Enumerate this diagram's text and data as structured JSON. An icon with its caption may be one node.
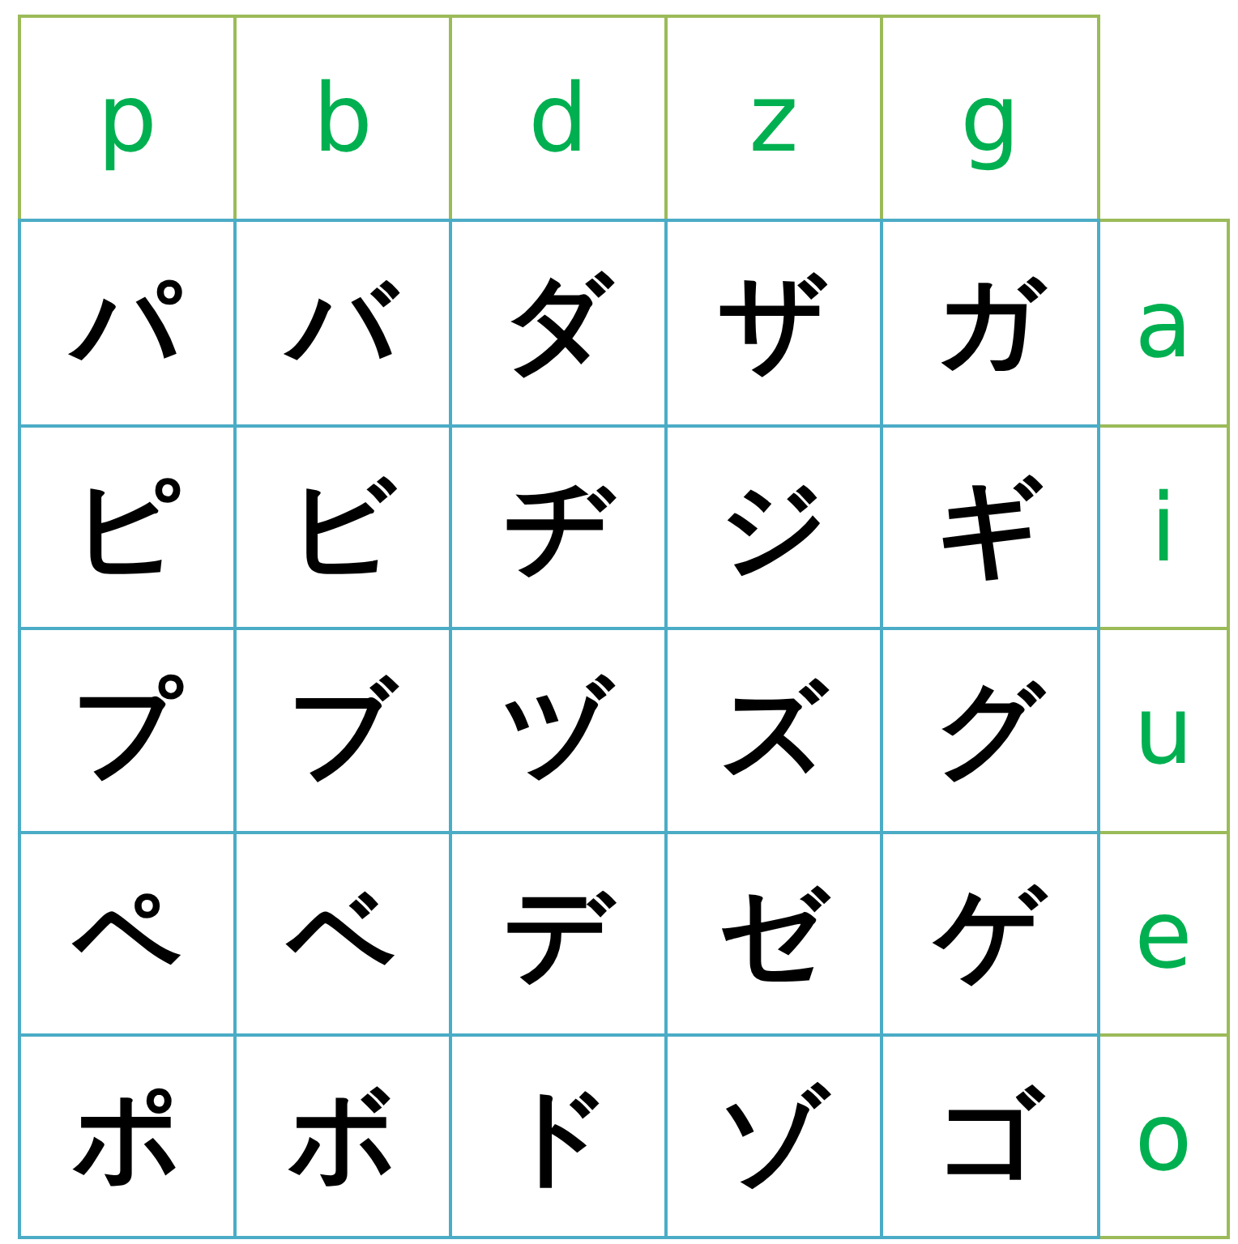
{
  "diagram": {
    "labels": [
      "p",
      "b",
      "d",
      "z",
      "g",
      "パ",
      "バ",
      "ダ",
      "ザ",
      "ガ",
      "a",
      "ピ",
      "ビ",
      "ヂ",
      "ジ",
      "ギ",
      "i",
      "プ",
      "ブ",
      "ヅ",
      "ズ",
      "グ",
      "u",
      "ペ",
      "ベ",
      "デ",
      "ゼ",
      "ゲ",
      "e",
      "ポ",
      "ボ",
      "ド",
      "ゾ",
      "ゴ",
      "o"
    ]
  }
}
